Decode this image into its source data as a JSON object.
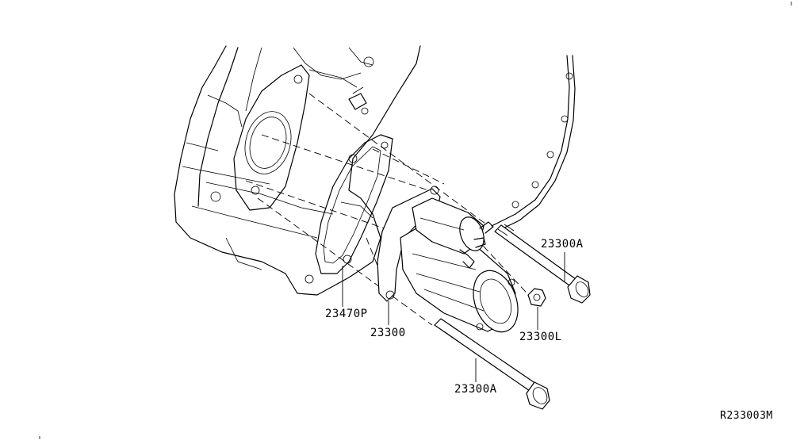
{
  "labels": {
    "gasket": "23470P",
    "starter": "23300",
    "bolt_top": "23300A",
    "nut": "23300L",
    "bolt_bottom": "23300A"
  },
  "reference_code": "R233003M"
}
